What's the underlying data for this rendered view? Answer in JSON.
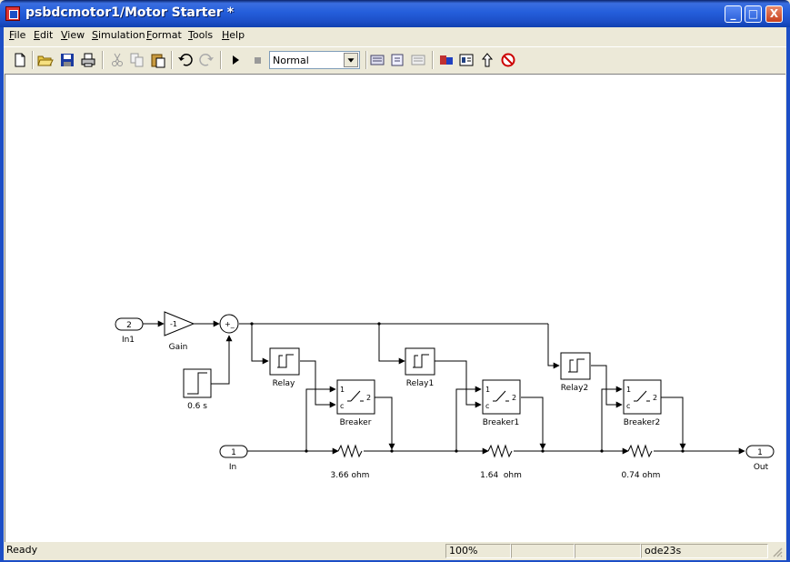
{
  "window": {
    "title": "psbdcmotor1/Motor Starter *",
    "buttons": [
      "_",
      "□",
      "X"
    ]
  },
  "menu": [
    "File",
    "Edit",
    "View",
    "Simulation",
    "Format",
    "Tools",
    "Help"
  ],
  "toolbar": {
    "sim_mode": "Normal",
    "icons": [
      "new-icon",
      "open-icon",
      "save-icon",
      "print-icon",
      "cut-icon",
      "copy-icon",
      "paste-icon",
      "undo-icon",
      "redo-icon",
      "start-simulation-icon",
      "stop-simulation-icon",
      "build-icon",
      "update-diagram-icon",
      "refresh-icon",
      "library-browser-icon",
      "model-explorer-icon",
      "go-to-parent-icon",
      "debug-icon"
    ]
  },
  "diagram": {
    "in1_port": "2",
    "in1_label": "In1",
    "gain_value": "-1",
    "gain_label": "Gain",
    "sum_signs": "+_",
    "step_label": "0.6 s",
    "relays": [
      "Relay",
      "Relay1",
      "Relay2"
    ],
    "breakers": [
      "Breaker",
      "Breaker1",
      "Breaker2"
    ],
    "breaker_ports": {
      "p1": "1",
      "pc": "c",
      "p2": "2"
    },
    "resistors": [
      "3.66 ohm",
      "1.64  ohm",
      "0.74 ohm"
    ],
    "in_port": "1",
    "in_label": "In",
    "out_port": "1",
    "out_label": "Out"
  },
  "status": {
    "state": "Ready",
    "zoom": "100%",
    "solver": "ode23s"
  },
  "colors": {
    "titlebar": "#245edb",
    "canvas": "#ffffff",
    "chrome": "#ece9d8"
  }
}
